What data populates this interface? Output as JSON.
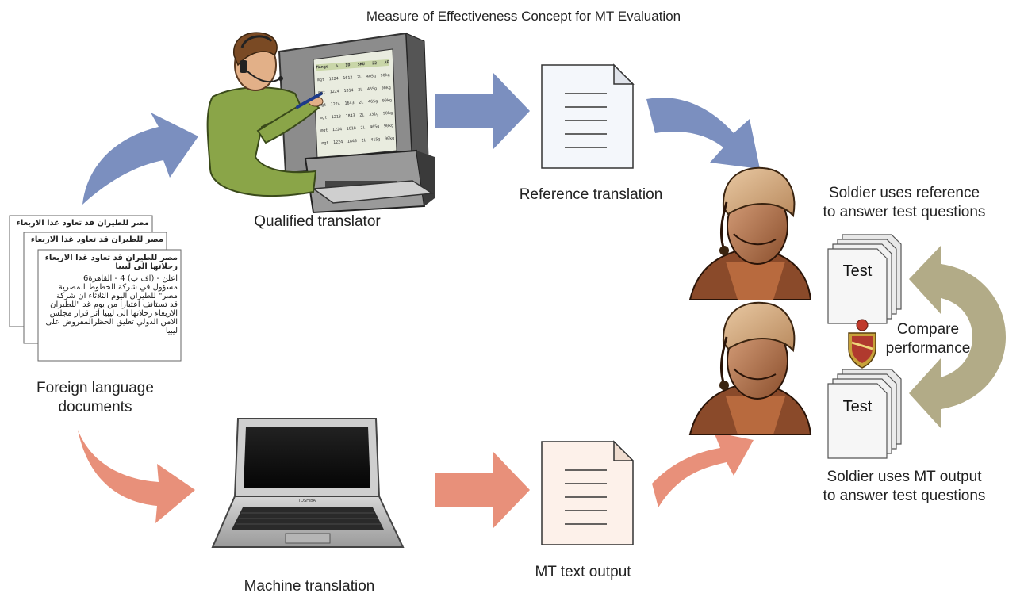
{
  "title": "Measure of Effectiveness Concept for MT Evaluation",
  "labels": {
    "qualified_translator": "Qualified translator",
    "reference_translation": "Reference translation",
    "foreign_docs_line1": "Foreign language",
    "foreign_docs_line2": "documents",
    "machine_translation": "Machine translation",
    "mt_text_output": "MT text output",
    "soldier_ref_line1": "Soldier uses reference",
    "soldier_ref_line2": "to answer test questions",
    "soldier_mt_line1": "Soldier uses MT output",
    "soldier_mt_line2": "to answer test questions",
    "compare_line1": "Compare",
    "compare_line2": "performance",
    "test_top": "Test",
    "test_bottom": "Test"
  },
  "documents": {
    "back_header": "مصر للطيران قد تعاود غدا الاربعاء",
    "front_lines": [
      "مصر للطيران قد تعاود غدا الاربعاء",
      "رحلاتها الى ليبيا",
      "اعلن - (اف ب) 4 - القاهرة6",
      "مسؤول في شركة الخطوط المصرية",
      "مصر\" للطيران اليوم الثلاثاء ان شركة",
      "قد تستانف اعتبارا من يوم غد \"للطيران",
      "الاربعاء رحلاتها الى ليبيا اثر قرار مجلس",
      "الامن الدولي تعليق الحظرالمفروض على",
      "ليبيا"
    ]
  },
  "monitor_table": {
    "header": [
      "Mango",
      "%",
      "ID",
      "SKU",
      "22",
      "AE"
    ],
    "rows": [
      [
        "mgt",
        "1224",
        "1612",
        "2L",
        "405g",
        "90kg"
      ],
      [
        "mgt",
        "1224",
        "1814",
        "2L",
        "465g",
        "90kg"
      ],
      [
        "mgt",
        "1224",
        "1643",
        "2L",
        "465g",
        "90kg"
      ],
      [
        "mgt",
        "1218",
        "1843",
        "2L",
        "331g",
        "90kg"
      ],
      [
        "mgt",
        "1224",
        "1618",
        "2L",
        "465g",
        "90kg"
      ],
      [
        "mgt",
        "1224",
        "1843",
        "2L",
        "415g",
        "90kg"
      ]
    ]
  },
  "laptop_brand": "TOSHIBA",
  "colors": {
    "blue_arrow": "#7b8fbf",
    "salmon_arrow": "#e8907a",
    "khaki_arrow": "#b2ab87",
    "reference_doc_fill": "#f4f7fb",
    "mt_doc_fill": "#fdf1ea"
  }
}
